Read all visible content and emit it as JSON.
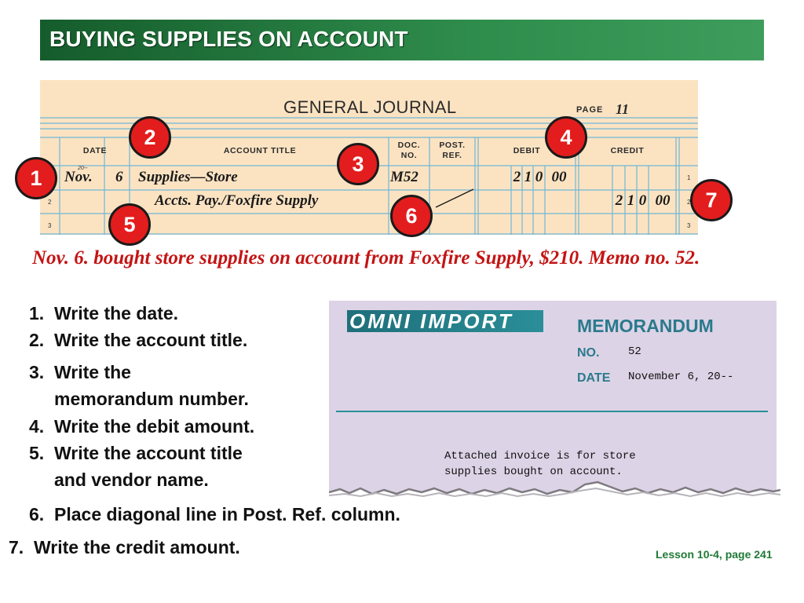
{
  "title": "BUYING SUPPLIES ON ACCOUNT",
  "journal": {
    "title": "GENERAL JOURNAL",
    "page_label": "PAGE",
    "page_number": "11",
    "headers": {
      "date": "DATE",
      "account_title": "ACCOUNT TITLE",
      "doc_no": "DOC. NO.",
      "post_ref": "POST. REF.",
      "debit": "DEBIT",
      "credit": "CREDIT"
    },
    "year": "20--",
    "row_numbers": [
      "1",
      "2",
      "3"
    ],
    "entries": [
      {
        "month": "Nov.",
        "day": "6",
        "account": "Supplies—Store",
        "doc": "M52",
        "debit": [
          "2",
          "1",
          "0",
          "00"
        ]
      },
      {
        "account": "Accts. Pay./Foxfire Supply",
        "credit": [
          "2",
          "1",
          "0",
          "00"
        ]
      }
    ]
  },
  "badges": [
    "1",
    "2",
    "3",
    "4",
    "5",
    "6",
    "7"
  ],
  "description": "Nov. 6. bought store supplies on account from Foxfire Supply, $210. Memo no. 52.",
  "steps": [
    {
      "num": "1.",
      "text": "Write the date."
    },
    {
      "num": "2.",
      "text": "Write the account title."
    },
    {
      "num": "3.",
      "text": "Write the",
      "text2": "memorandum number."
    },
    {
      "num": "4.",
      "text": "Write the debit amount."
    },
    {
      "num": "5.",
      "text": "Write the account title",
      "text2": "and vendor name."
    },
    {
      "num": "6.",
      "text": "Place diagonal line in Post. Ref. column."
    },
    {
      "num": "7.",
      "text": "Write the credit amount."
    }
  ],
  "memo": {
    "logo": "OMNI IMPORT",
    "heading": "MEMORANDUM",
    "no_label": "NO.",
    "no_value": "52",
    "date_label": "DATE",
    "date_value": "November 6, 20--",
    "body": [
      "Attached invoice is for store",
      "supplies bought on account."
    ]
  },
  "footer": "Lesson 10-4, page 241",
  "colors": {
    "title_bar": "#2f8d4c",
    "badge": "#e31d1d",
    "description": "#c41414",
    "journal_paper": "#fbe3c2",
    "journal_rule": "#6fb6d6",
    "memo_paper": "#ddd3e6",
    "memo_accent": "#2a7a8c",
    "footer": "#1f7a36"
  }
}
